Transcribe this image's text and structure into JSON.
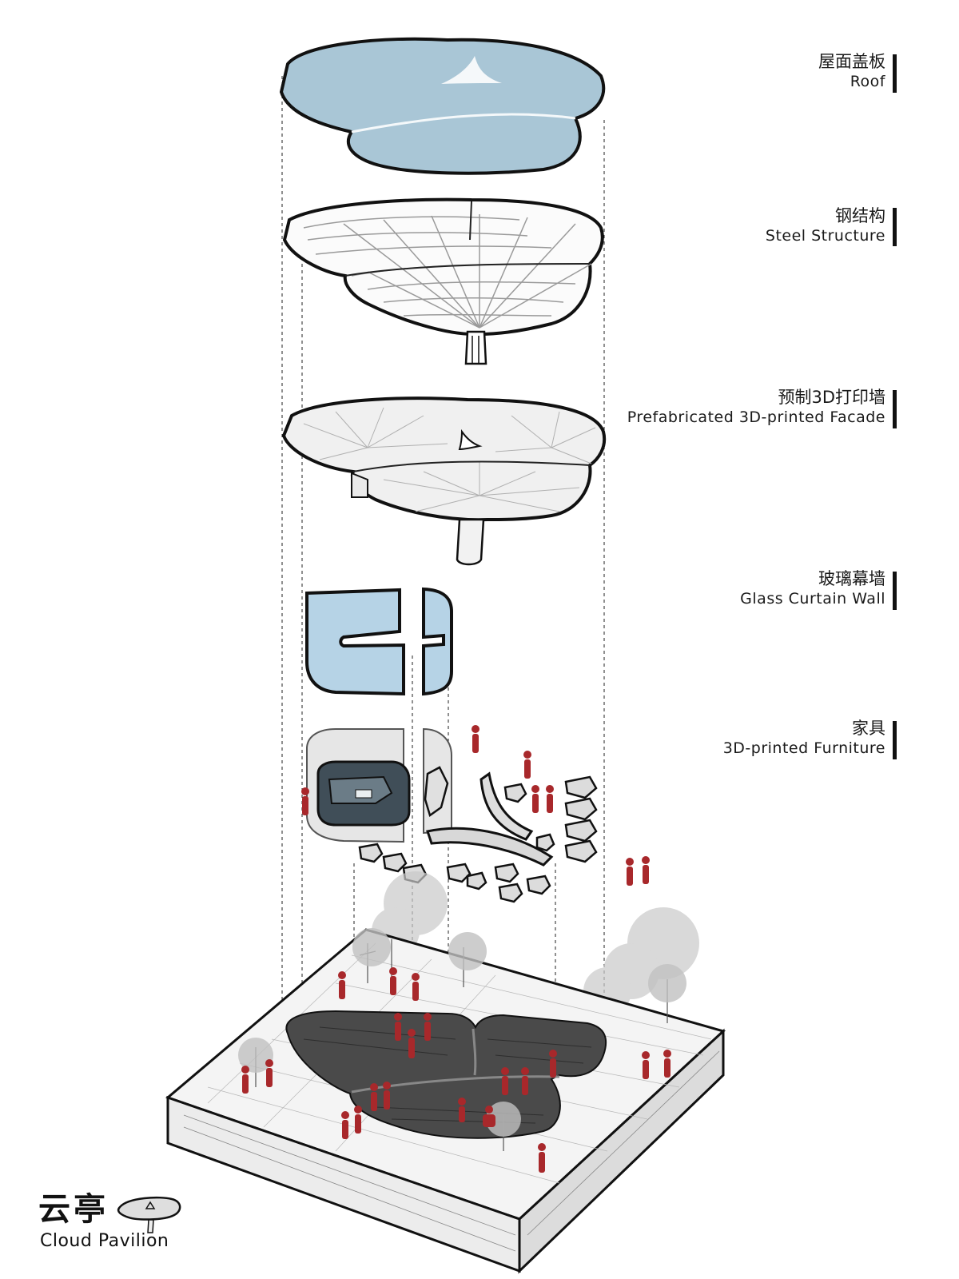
{
  "layers": [
    {
      "zh": "屋面盖板",
      "en": "Roof"
    },
    {
      "zh": "钢结构",
      "en": "Steel Structure"
    },
    {
      "zh": "预制3D打印墙",
      "en": "Prefabricated 3D-printed Facade"
    },
    {
      "zh": "玻璃幕墙",
      "en": "Glass Curtain Wall"
    },
    {
      "zh": "家具",
      "en": "3D-printed Furniture"
    }
  ],
  "title": {
    "zh": "云亭",
    "en": "Cloud Pavilion"
  },
  "colors": {
    "roof": "#a9c6d6",
    "glass": "#b6d3e6",
    "figures": "#a8282b",
    "ground_dark": "#4a4a4a",
    "outline": "#111111"
  },
  "icons": [
    "pavilion-thumbnail-icon"
  ]
}
